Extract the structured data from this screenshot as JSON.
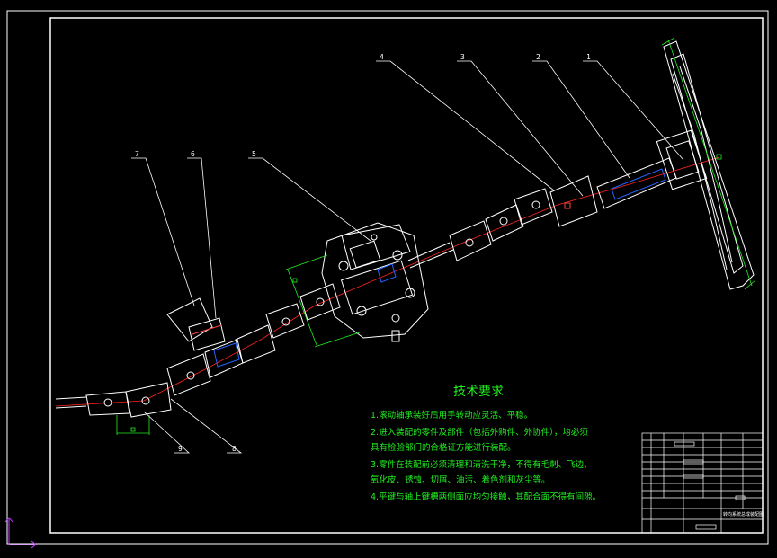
{
  "drawing": {
    "background": "#000000",
    "line_color": "#ffffff",
    "dimension_color": "#22ee22",
    "centerline_color": "#ff2222",
    "part_color": "#ffffff",
    "accent_color": "#2266ff"
  },
  "callouts": [
    "1",
    "2",
    "3",
    "4",
    "5",
    "6",
    "7",
    "8",
    "9"
  ],
  "technical_requirements": {
    "title": "技术要求",
    "items": [
      "1.滚动轴承装好后用手转动应灵活、平稳。",
      "2.进入装配的零件及部件（包括外购件、外协件），均必须",
      "  具有检验部门的合格证方能进行装配。",
      "3.零件在装配前必须清理和清洗干净，不得有毛刺、飞边、",
      "  氧化皮、锈蚀、切屑、油污、着色剂和灰尘等。",
      "4.平键与轴上键槽两侧面应均匀接触，其配合面不得有间隙。"
    ]
  },
  "title_block": {
    "drawing_name": "转向系统总成装配图"
  }
}
